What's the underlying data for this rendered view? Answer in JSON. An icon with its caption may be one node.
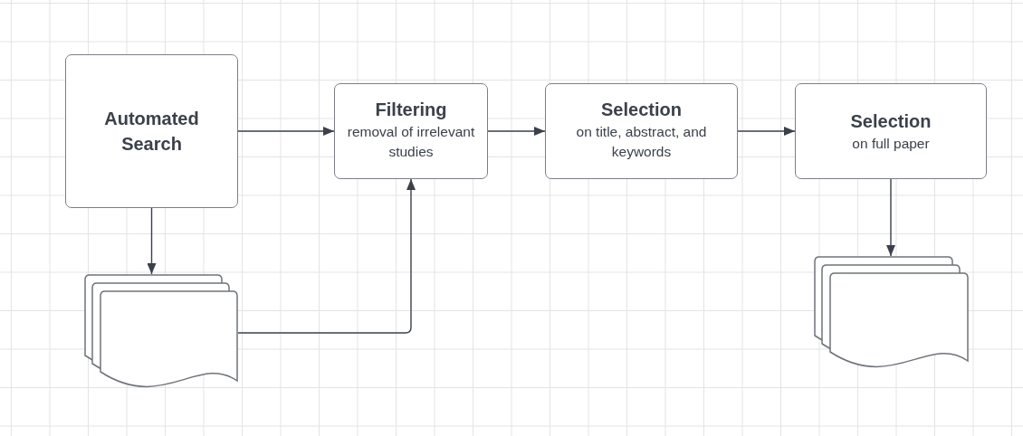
{
  "diagram": {
    "nodes": [
      {
        "text": [
          "Automated Search"
        ]
      },
      {
        "text": [
          "Filtering",
          "removal of irrelevant studies"
        ]
      },
      {
        "text": [
          "Selection",
          "on title, abstract, and keywords"
        ]
      },
      {
        "text": [
          "Selection",
          "on full paper"
        ]
      },
      {
        "text": [],
        "shape": "document"
      },
      {
        "text": [],
        "shape": "document"
      }
    ],
    "edges": [
      {
        "from": 0,
        "to": 1,
        "arrow": "to"
      },
      {
        "from": 1,
        "to": 2,
        "arrow": "to"
      },
      {
        "from": 2,
        "to": 3,
        "arrow": "to"
      },
      {
        "from": 0,
        "to": 4,
        "arrow": "to"
      },
      {
        "from": 4,
        "to": 1,
        "arrow": "to"
      },
      {
        "from": 3,
        "to": 5,
        "arrow": "to"
      }
    ]
  }
}
